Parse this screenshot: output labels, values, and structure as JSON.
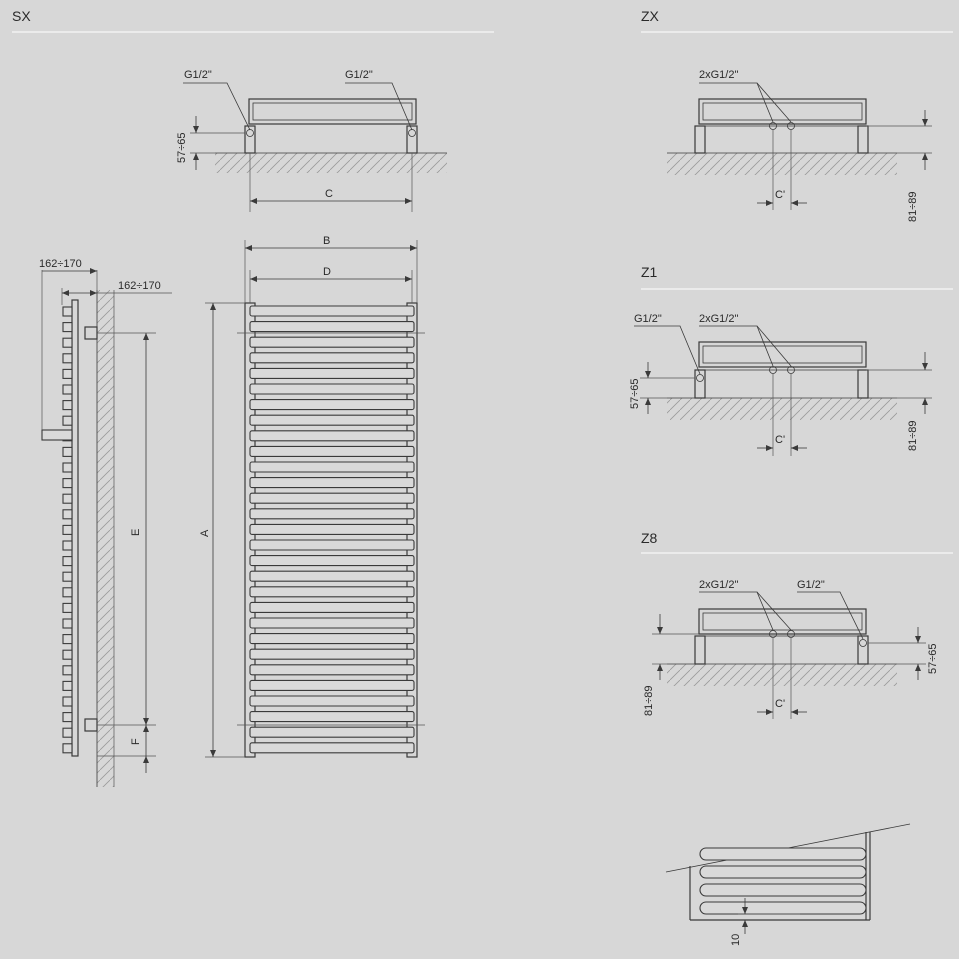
{
  "sections": {
    "sx": "SX",
    "zx": "ZX",
    "z1": "Z1",
    "z8": "Z8"
  },
  "labels": {
    "g_half": "G1/2\"",
    "two_g_half": "2xG1/2\"",
    "height_range_small": "57÷65",
    "height_range_large": "81÷89",
    "depth_range": "162÷170",
    "dim_a": "A",
    "dim_b": "B",
    "dim_c": "C",
    "dim_c_prime": "C'",
    "dim_d": "D",
    "dim_e": "E",
    "dim_f": "F",
    "dim_10": "10"
  },
  "colors": {
    "background": "#d7d7d7",
    "line": "#3a3a3a",
    "separator": "#ffffff"
  }
}
